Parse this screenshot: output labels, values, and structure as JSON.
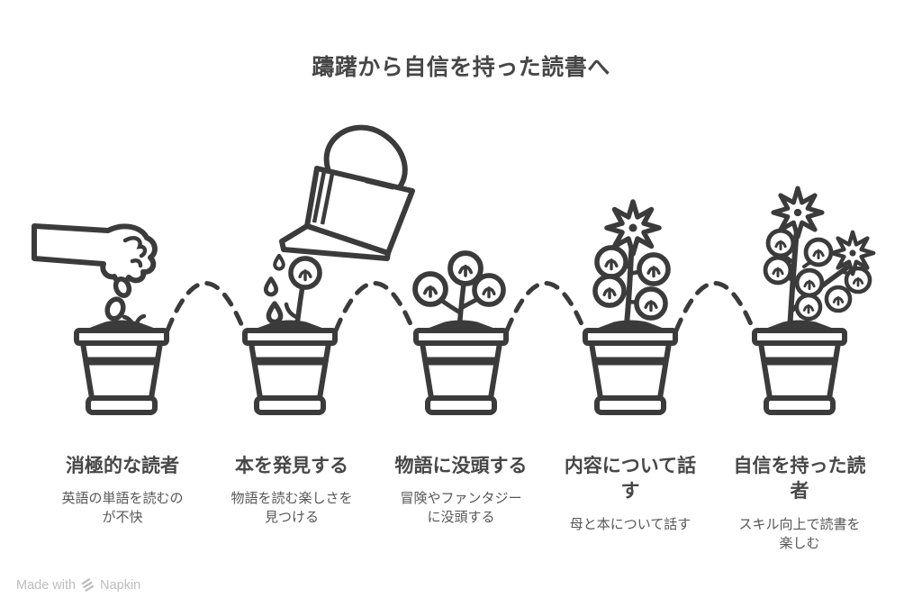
{
  "title": "躊躇から自信を持った読書へ",
  "stages": [
    {
      "label": "消極的な読者",
      "description": "英語の単語を読むの\nが不快"
    },
    {
      "label": "本を発見する",
      "description": "物語を読む楽しさを\n見つける"
    },
    {
      "label": "物語に没頭する",
      "description": "冒険やファンタジー\nに没頭する"
    },
    {
      "label": "内容について話\nす",
      "description": "母と本について話す"
    },
    {
      "label": "自信を持った読\n者",
      "description": "スキル向上で読書を\n楽しむ"
    }
  ],
  "footer": {
    "made_with": "Made with",
    "brand": "Napkin"
  },
  "icons": [
    "hand-planting-seeds-icon",
    "watering-can-icon",
    "water-drops-icon",
    "seedling-icon",
    "young-plant-icon",
    "flowering-plant-icon",
    "blooming-plant-icon",
    "flower-pot-icon",
    "napkin-logo-icon"
  ],
  "colors": {
    "ink": "#3b3b3b",
    "title_text": "#464646",
    "heading_text": "#474747",
    "description_text": "#575757",
    "watermark": "#bdbdbd",
    "background": "#ffffff"
  }
}
